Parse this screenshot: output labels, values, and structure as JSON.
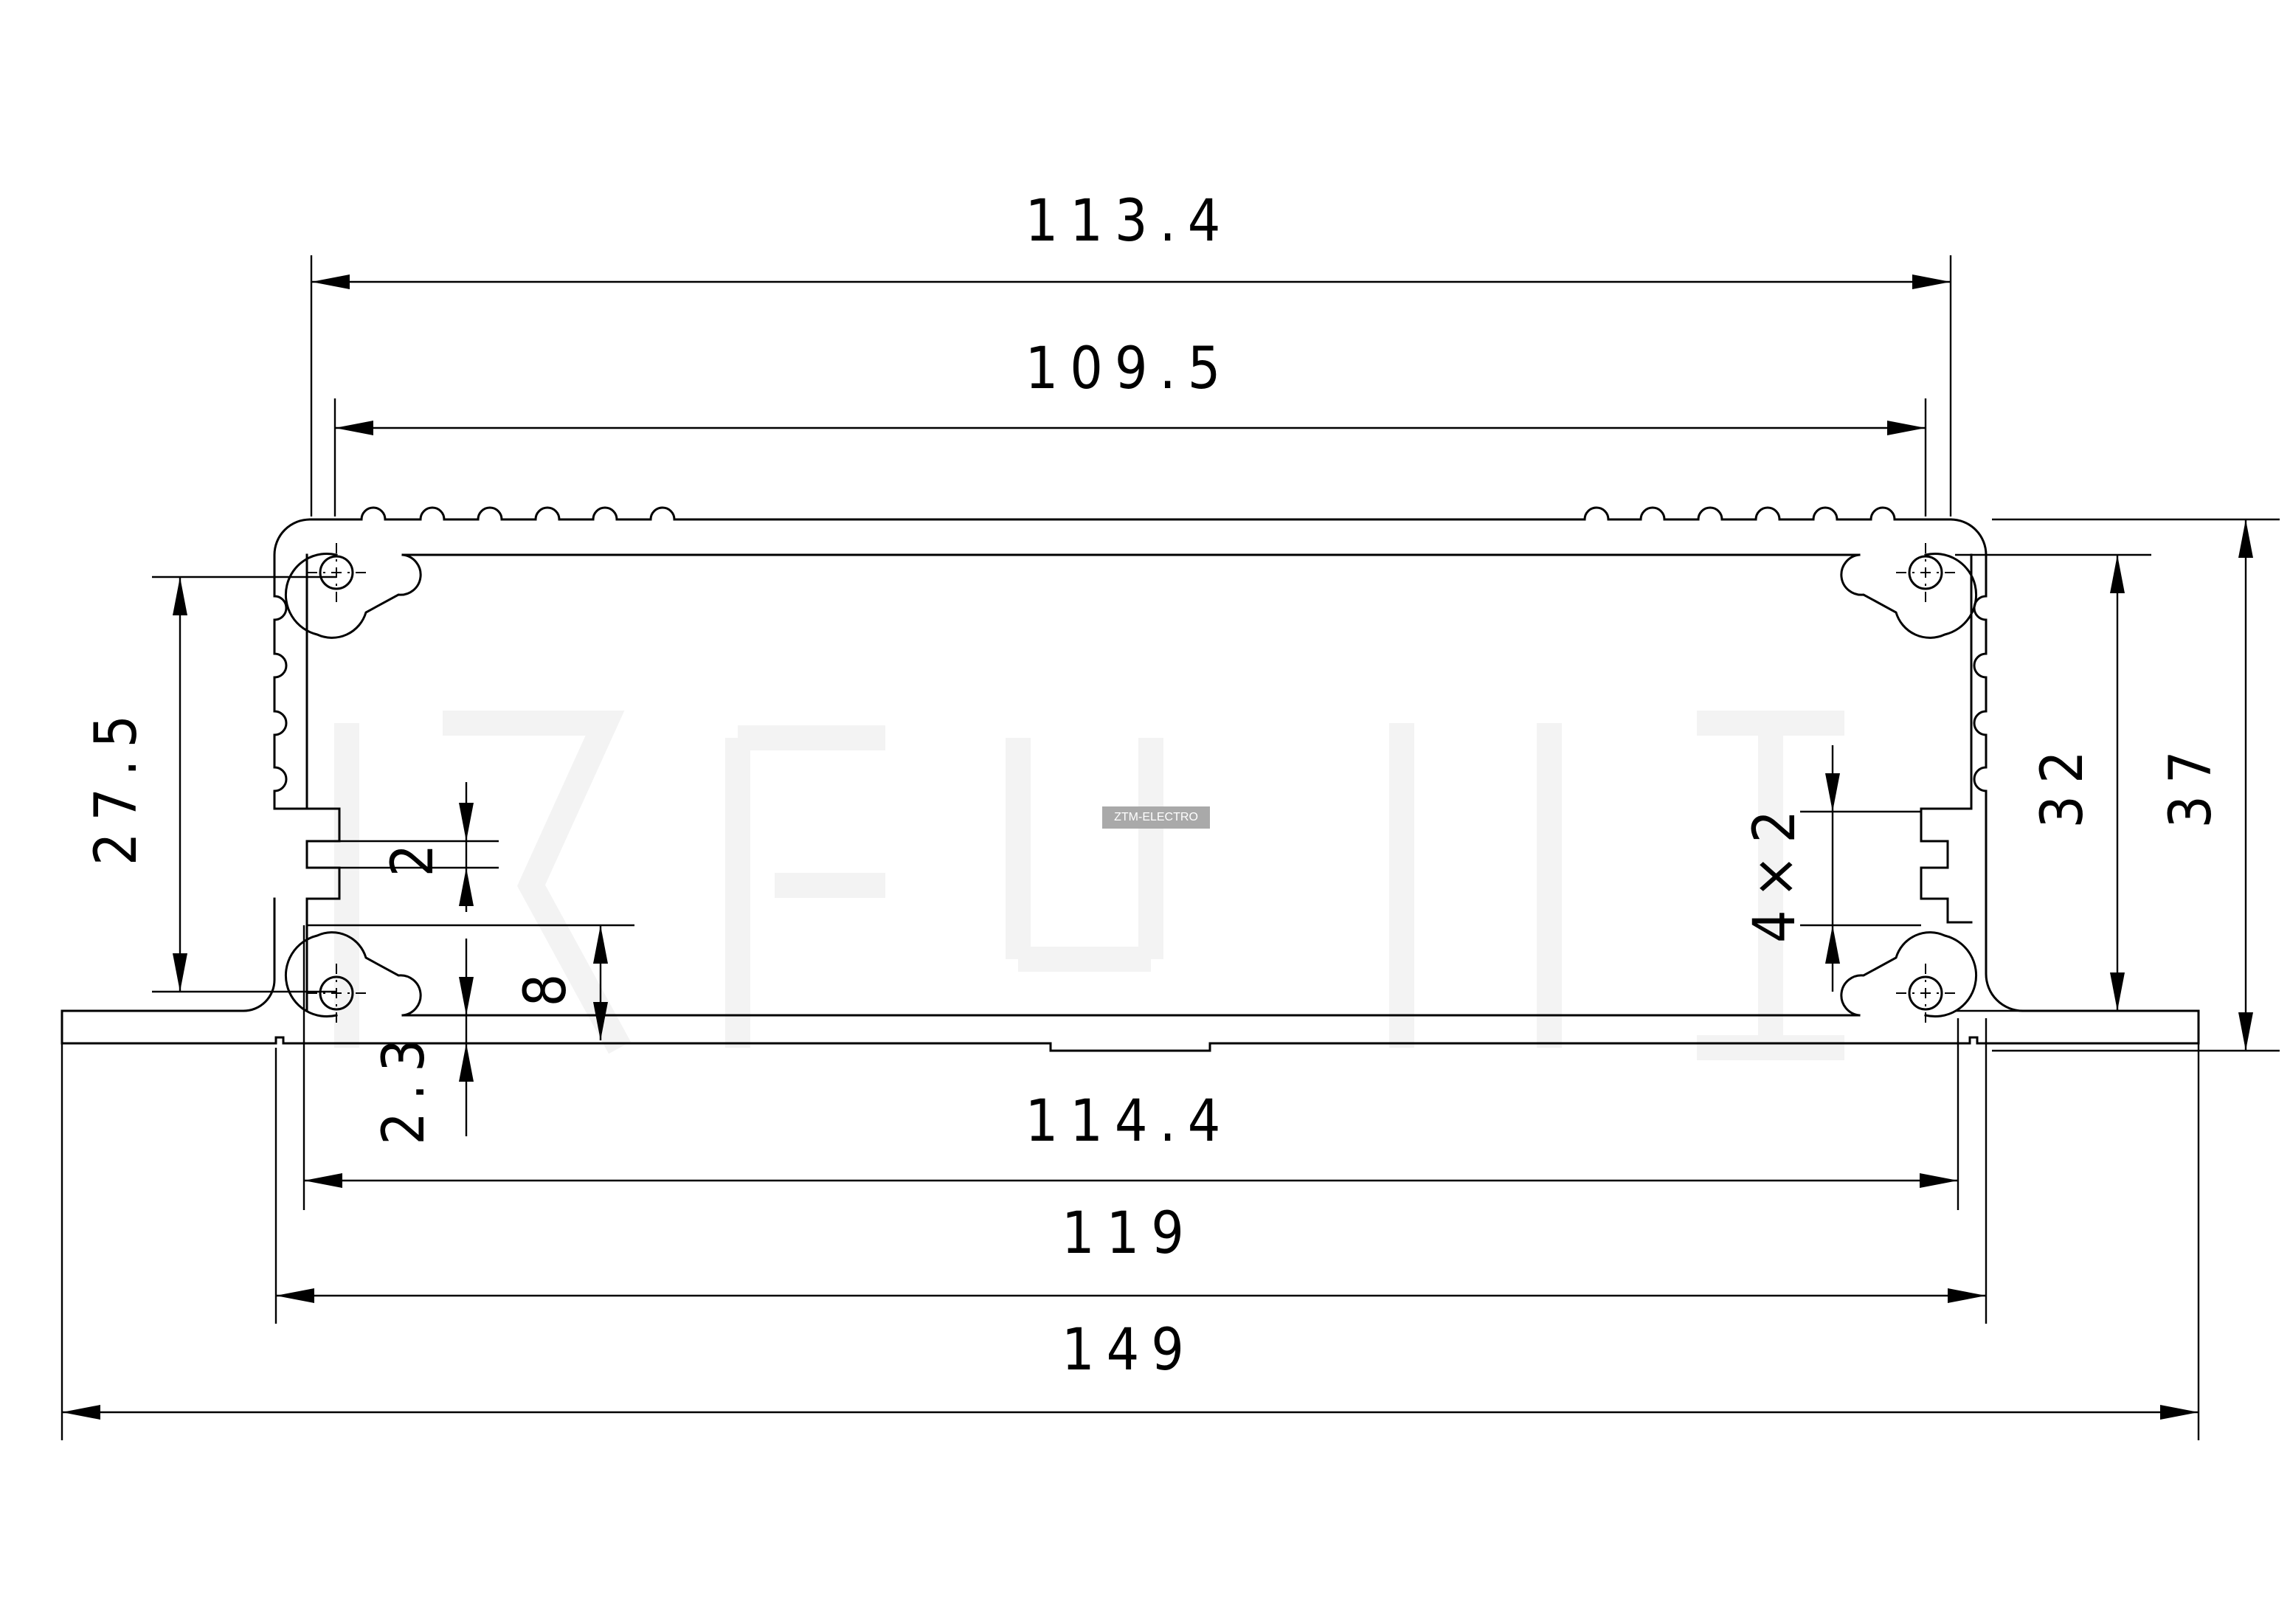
{
  "drawing": {
    "type": "aluminum enclosure profile cross-section",
    "units": "mm",
    "dimensions": {
      "inner_top_width": "113.4",
      "groove_span": "109.5",
      "inner_bottom_width": "114.4",
      "body_width": "119",
      "flange_width": "149",
      "inner_height": "27.5",
      "slot_width": "2",
      "slot_offset": "8",
      "base_thickness": "2.3",
      "slot_array": "4×2",
      "outer_height_inner": "32",
      "outer_height": "37"
    },
    "watermark": "ZTM-ELECTRO"
  }
}
